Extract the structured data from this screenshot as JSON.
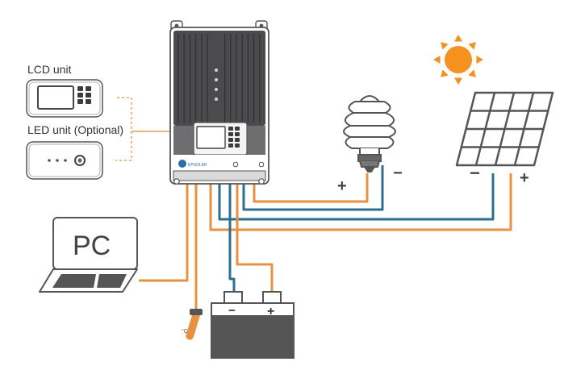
{
  "labels": {
    "lcd_unit": "LCD unit",
    "led_unit": "LED unit (Optional)",
    "pc": "PC",
    "lamp_plus": "+",
    "lamp_minus": "−",
    "panel_minus": "−",
    "panel_plus": "+",
    "battery_minus": "−",
    "battery_plus": "+",
    "temp_sensor": "°C",
    "brand": "EPSOLAR"
  },
  "colors": {
    "positive_wire": "#e8913f",
    "negative_wire": "#2e6f8e",
    "dashed_link": "#e8913f",
    "sun": "#f5911e",
    "device_dark": "#4b4b4d",
    "device_mid": "#6e6e70",
    "outline": "#555555"
  },
  "icons": {
    "controller": "solar-charge-controller-icon",
    "lcd": "lcd-unit-icon",
    "led": "led-unit-icon",
    "pc": "laptop-icon",
    "lamp": "cfl-bulb-icon",
    "sun": "sun-icon",
    "panel": "solar-panel-icon",
    "battery": "battery-icon",
    "sensor": "temperature-sensor-icon"
  }
}
